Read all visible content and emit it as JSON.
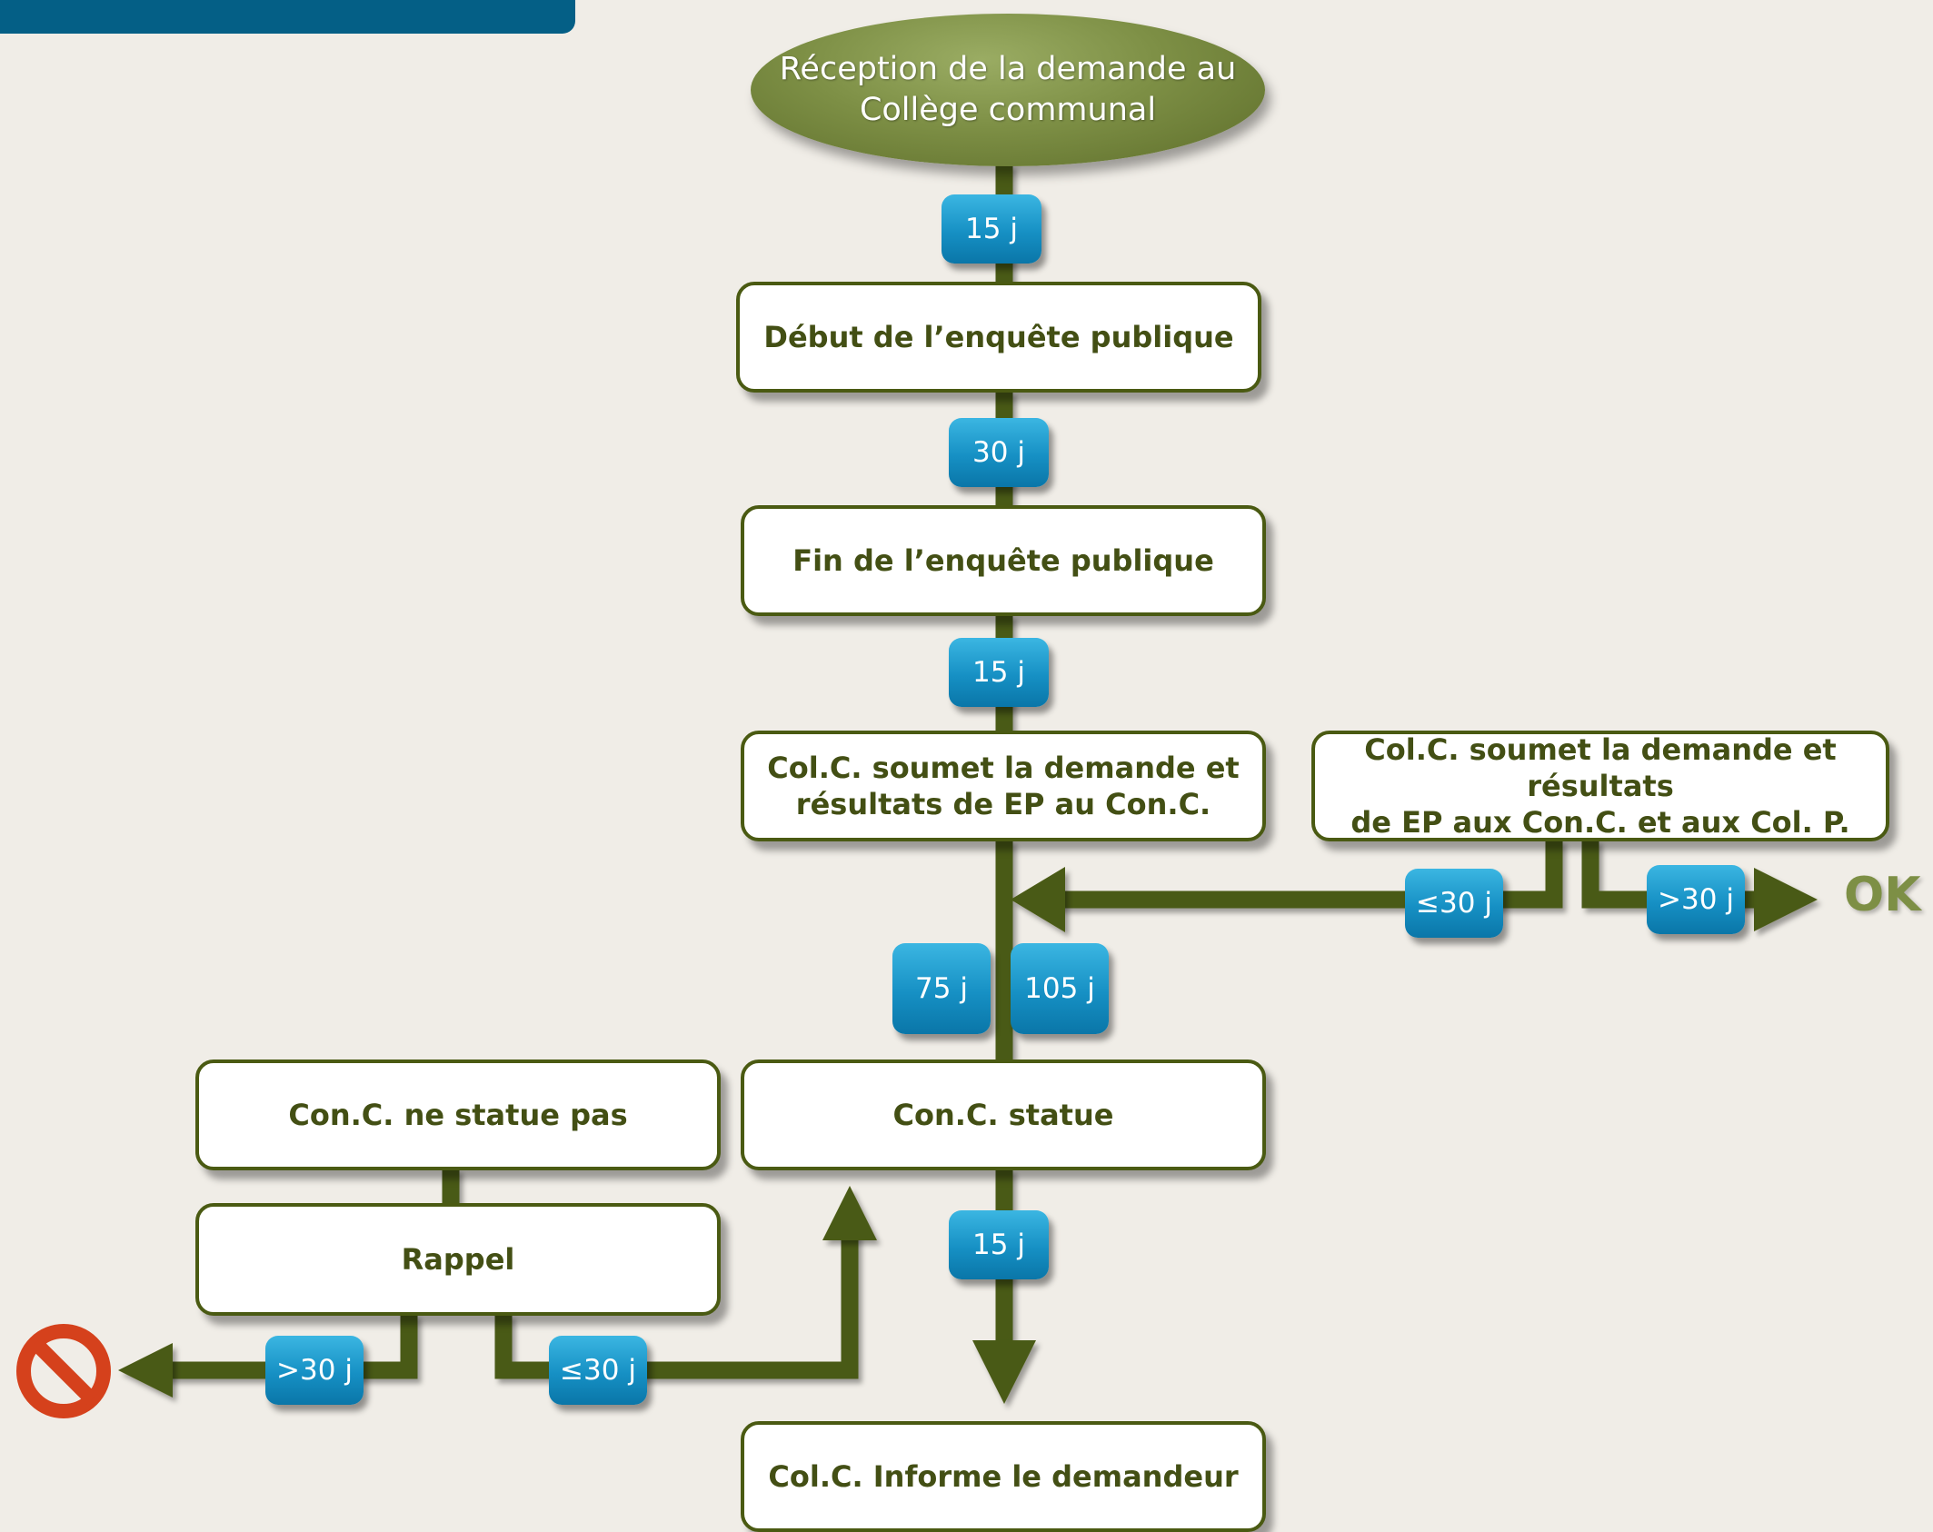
{
  "start": {
    "line1": "Réception de la demande au",
    "line2": "Collège communal"
  },
  "boxes": {
    "debut": "Début de l’enquête publique",
    "fin": "Fin de l’enquête publique",
    "soumet_conc_line1": "Col.C. soumet la demande et",
    "soumet_conc_line2": "résultats de EP au Con.C.",
    "soumet_colp_line1": "Col.C. soumet la demande et résultats",
    "soumet_colp_line2": "de EP aux Con.C. et aux Col. P.",
    "statue": "Con.C. statue",
    "ne_statue_pas": "Con.C. ne statue pas",
    "rappel": "Rappel",
    "informe": "Col.C. Informe le demandeur"
  },
  "durations": {
    "d1": "15 j",
    "d2": "30 j",
    "d3": "15 j",
    "le30_right": "≤30 j",
    "gt30_right": ">30 j",
    "d75": "75 j",
    "d105": "105 j",
    "d4": "15 j",
    "gt30_left": ">30 j",
    "le30_left": "≤30 j"
  },
  "outcomes": {
    "ok": "OK",
    "refused_icon": "no-entry-icon"
  },
  "colors": {
    "flow_line": "#4a5a12",
    "badge": "#1690c4",
    "ellipse": "#7d8f45",
    "header_bar": "#045f86",
    "no_entry": "#d5411c"
  }
}
